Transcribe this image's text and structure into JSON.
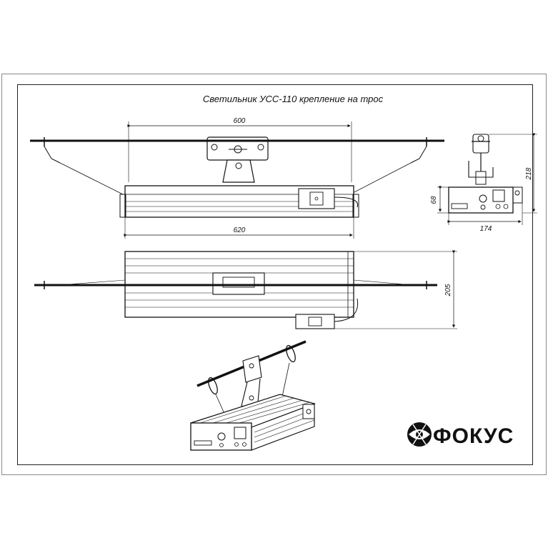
{
  "title": "Светильник УСС-110 крепление на трос",
  "brand": {
    "name": "ФОКУС"
  },
  "dimensions": {
    "front_width_top": "600",
    "front_width_bottom": "620",
    "side_width": "174",
    "side_height_total": "218",
    "side_height_body": "68",
    "top_depth": "205"
  },
  "icons": {
    "logo": "focus-eye-logo-icon"
  },
  "colors": {
    "line": "#111111",
    "background": "#ffffff",
    "frame": "#222222"
  }
}
